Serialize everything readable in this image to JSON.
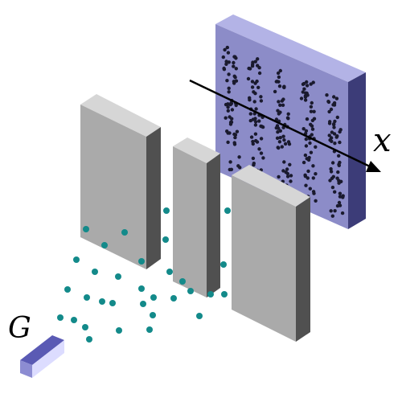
{
  "labels": {
    "source": "G",
    "axis": "x"
  },
  "colors": {
    "particle": "#138a8a",
    "screen_front": "#8c8cc8",
    "screen_top": "#b3b3e6",
    "screen_side": "#3c3c78",
    "hit": "#1a1a2e",
    "slab_front": "#aaaaaa",
    "slab_top": "#d6d6d6",
    "slab_side": "#505050",
    "source_front": "#dcdcff",
    "source_top": "#5a5ab4",
    "source_side": "#8c8cd2"
  },
  "icons": {
    "source": "particle-source-box",
    "barrier": "slit-barrier-block",
    "screen": "detector-screen",
    "axis": "axis-arrow"
  }
}
